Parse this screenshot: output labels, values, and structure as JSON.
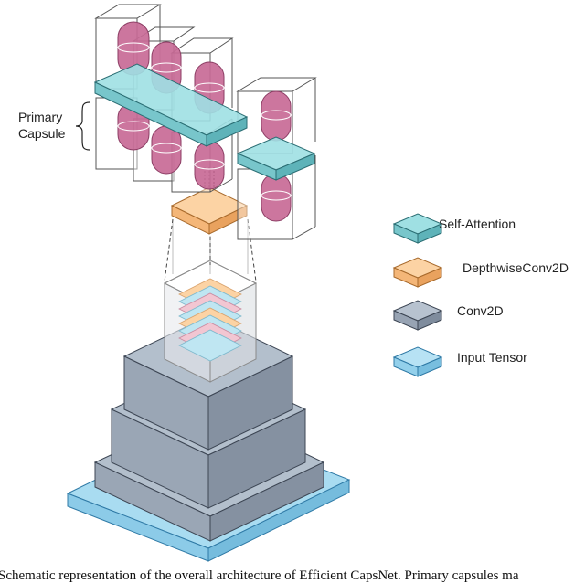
{
  "primary_capsule_label": [
    "Primary",
    "Capsule"
  ],
  "legend": [
    {
      "label": "Self-Attention",
      "top": "#9fe0e3",
      "left": "#78c6cb",
      "right": "#5eb3b9",
      "stroke": "#2b6e74"
    },
    {
      "label": "DepthwiseConv2D",
      "top": "#fcd3a4",
      "left": "#f4b678",
      "right": "#e9a25e",
      "stroke": "#a86a2c"
    },
    {
      "label": "Conv2D",
      "top": "#b7c2cf",
      "left": "#97a3b3",
      "right": "#7f8c9d",
      "stroke": "#3d4654"
    },
    {
      "label": "Input Tensor",
      "top": "#b7e2f4",
      "left": "#93d0eb",
      "right": "#78bedf",
      "stroke": "#2f7aa6"
    }
  ],
  "caption": "Schematic representation of the overall architecture of Efficient CapsNet. Primary capsules ma"
}
